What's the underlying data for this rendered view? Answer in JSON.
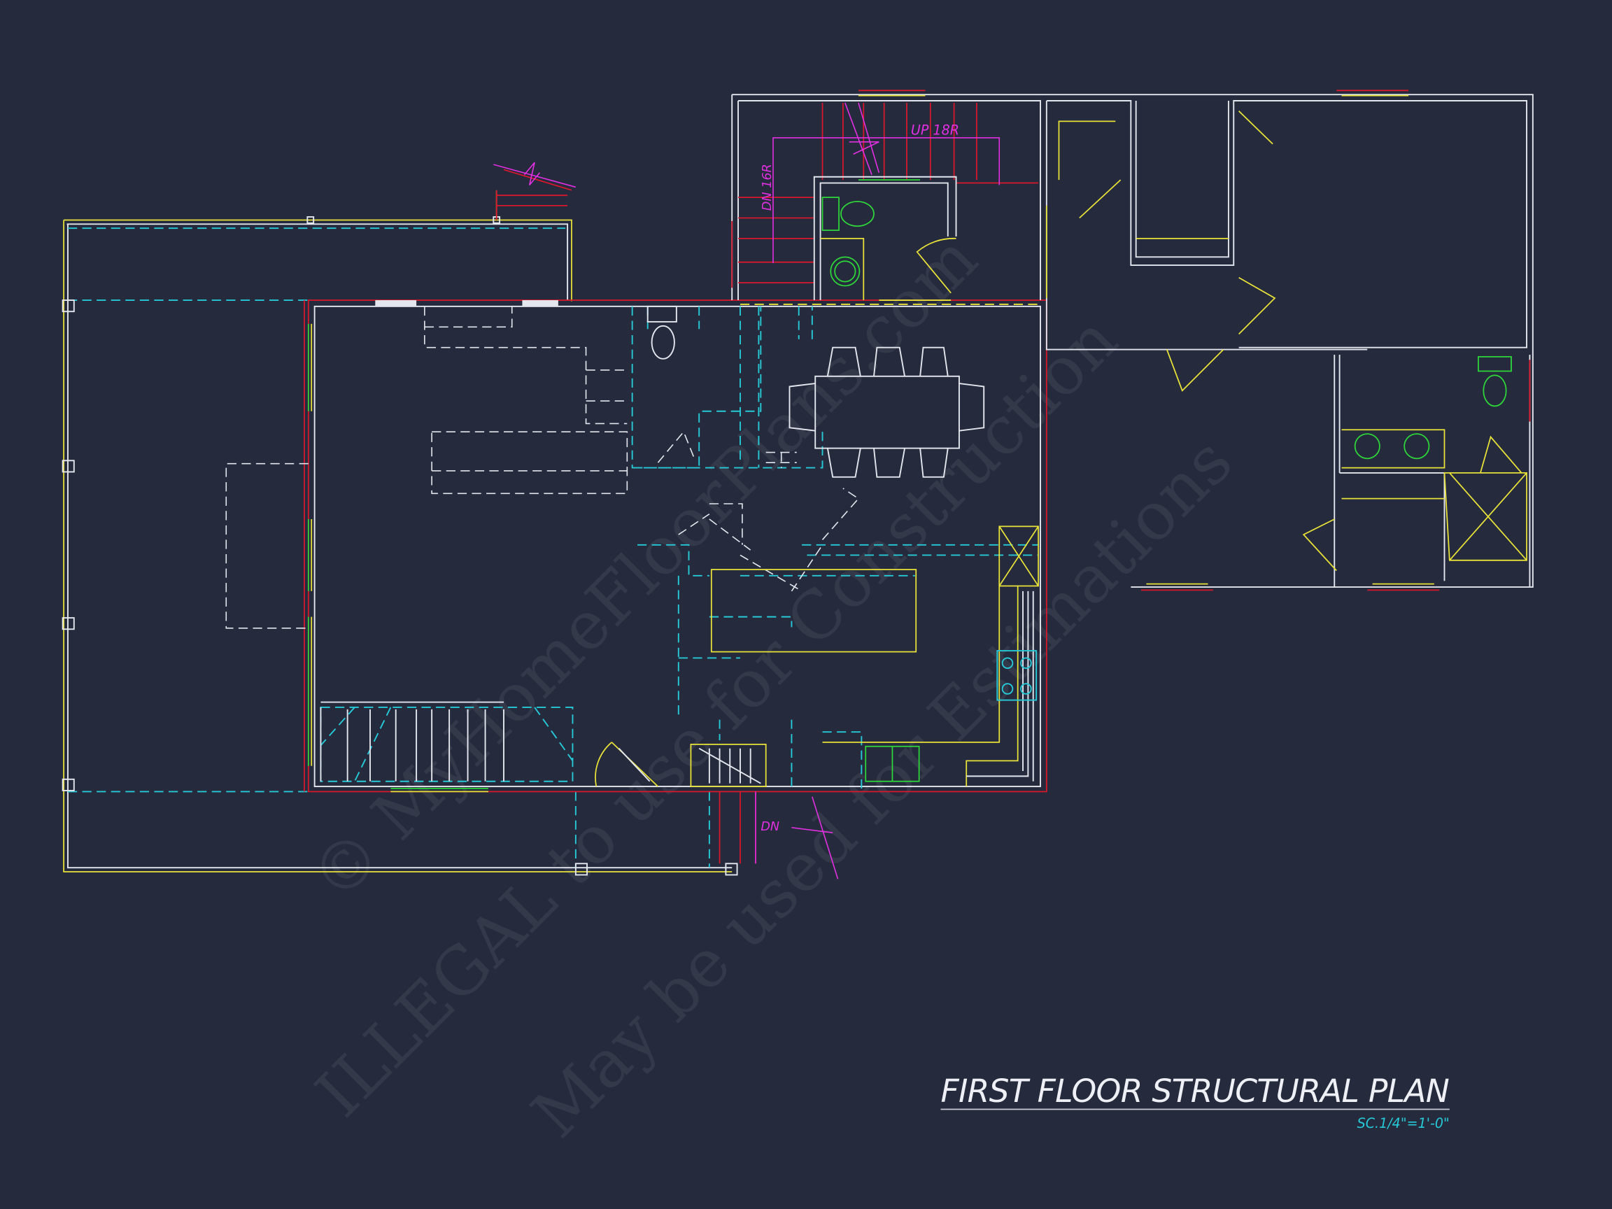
{
  "title": "FIRST FLOOR STRUCTURAL PLAN",
  "scale": "SC.1/4\"=1'-0\"",
  "stair_labels": {
    "up": "UP 18R",
    "down_upper": "DN 16R",
    "down_lower": "DN"
  },
  "watermark": {
    "line1": "© MyHomeFloorPlans.com",
    "line2": "ILLEGAL to use for Construction",
    "line3": "May be used for Estimations"
  },
  "colors": {
    "background": "#252a3d",
    "walls": "#e4e6ee",
    "structural_red": "#d8182c",
    "beams_cyan": "#27c9d6",
    "fixtures_green": "#2ed63a",
    "doors_yellow": "#e8e23a",
    "annotation_magenta": "#e030e0"
  }
}
